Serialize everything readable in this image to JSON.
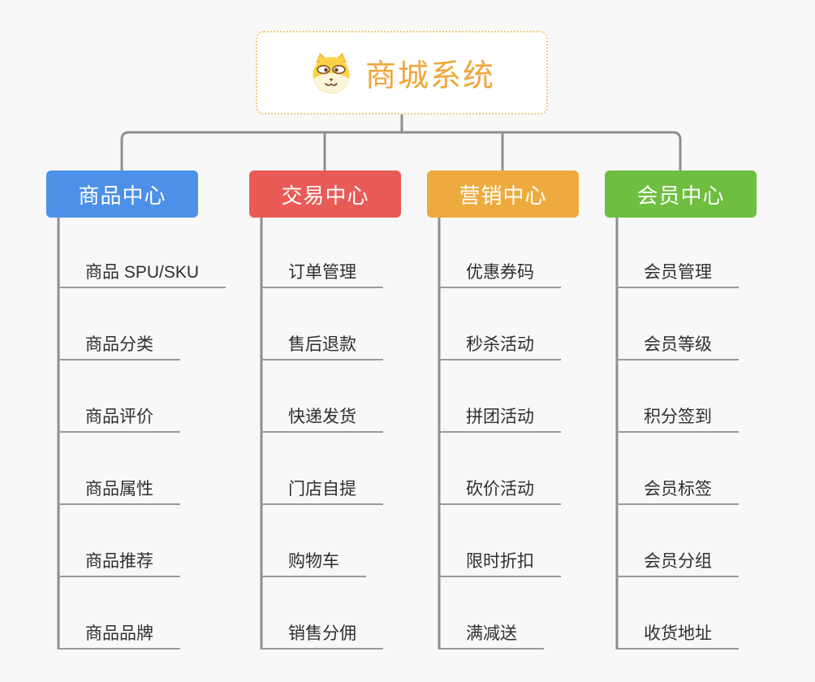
{
  "root": {
    "title": "商城系统",
    "icon": "dog-face-icon"
  },
  "branches": [
    {
      "label": "商品中心",
      "color": "#4C90E8",
      "children": [
        "商品 SPU/SKU",
        "商品分类",
        "商品评价",
        "商品属性",
        "商品推荐",
        "商品品牌"
      ]
    },
    {
      "label": "交易中心",
      "color": "#E85B57",
      "children": [
        "订单管理",
        "售后退款",
        "快递发货",
        "门店自提",
        "购物车",
        "销售分佣"
      ]
    },
    {
      "label": "营销中心",
      "color": "#EDAB3D",
      "children": [
        "优惠券码",
        "秒杀活动",
        "拼团活动",
        "砍价活动",
        "限时折扣",
        "满减送"
      ]
    },
    {
      "label": "会员中心",
      "color": "#6EBE40",
      "children": [
        "会员管理",
        "会员等级",
        "积分签到",
        "会员标签",
        "会员分组",
        "收货地址"
      ]
    }
  ],
  "style": {
    "background_color": "#F8F8F8",
    "connector_color": "#8E8E8E",
    "underline_color": "#9A9A9A",
    "root_border_color": "#F3C87C",
    "root_text_color": "#F0A63A",
    "leaf_text_color": "#2F2F2F"
  }
}
